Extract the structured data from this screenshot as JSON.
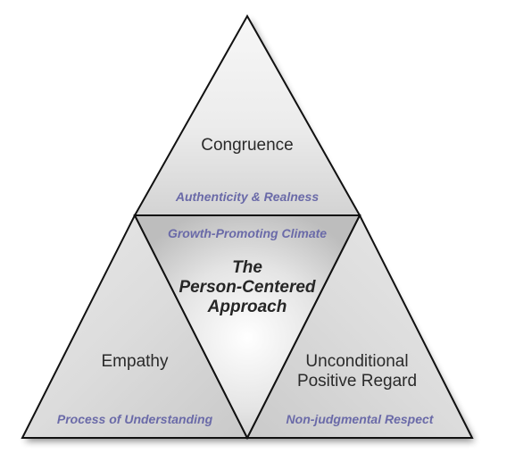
{
  "triangles": {
    "top": {
      "title": "Congruence",
      "subtitle": "Authenticity & Realness"
    },
    "left": {
      "title": "Empathy",
      "subtitle": "Process of Understanding"
    },
    "right": {
      "title_line1": "Unconditional",
      "title_line2": "Positive Regard",
      "subtitle": "Non-judgmental Respect"
    },
    "center": {
      "caption": "Growth-Promoting Climate",
      "title_line1": "The",
      "title_line2": "Person-Centered",
      "title_line3": "Approach"
    }
  }
}
